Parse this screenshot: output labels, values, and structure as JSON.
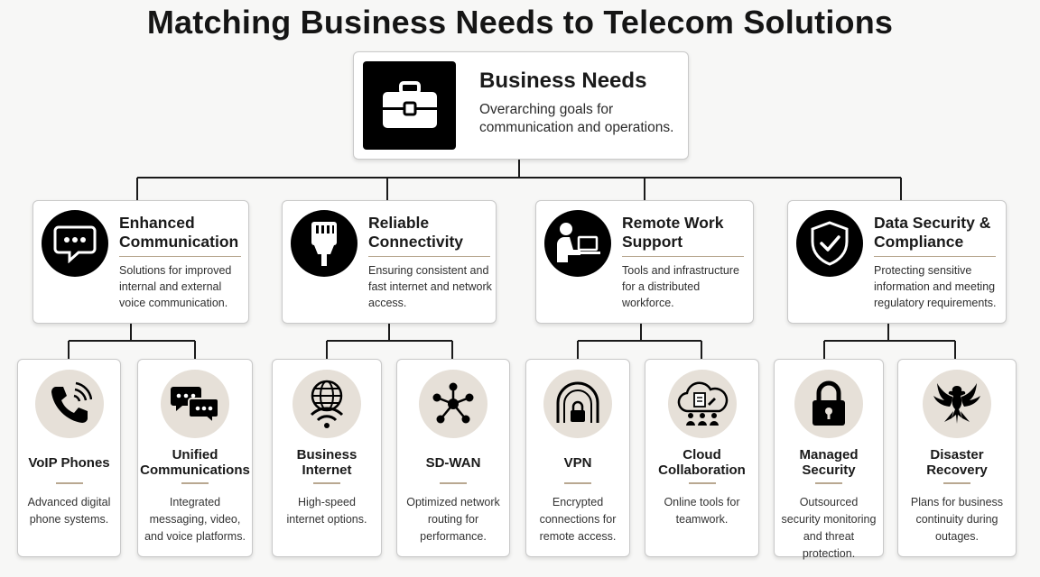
{
  "title": "Matching Business Needs to Telecom Solutions",
  "root": {
    "title": "Business Needs",
    "description": "Overarching goals for communication and operations.",
    "icon": "briefcase-icon"
  },
  "needs": [
    {
      "title": "Enhanced Communication",
      "description": "Solutions for improved internal and external voice communication.",
      "icon": "chat-bubble-icon"
    },
    {
      "title": "Reliable Connectivity",
      "description": "Ensuring consistent and fast internet and network access.",
      "icon": "ethernet-plug-icon"
    },
    {
      "title": "Remote Work Support",
      "description": "Tools and infrastructure for a distributed workforce.",
      "icon": "person-laptop-icon"
    },
    {
      "title": "Data Security & Compliance",
      "description": "Protecting sensitive information and meeting regulatory requirements.",
      "icon": "shield-check-icon"
    }
  ],
  "solutions": [
    {
      "title": "VoIP Phones",
      "description": "Advanced digital phone systems.",
      "icon": "phone-icon"
    },
    {
      "title": "Unified Communications",
      "description": "Integrated messaging, video, and voice platforms.",
      "icon": "chat-bubbles-icon"
    },
    {
      "title": "Business Internet",
      "description": "High-speed internet options.",
      "icon": "globe-wifi-icon"
    },
    {
      "title": "SD-WAN",
      "description": "Optimized network routing for performance.",
      "icon": "network-node-icon"
    },
    {
      "title": "VPN",
      "description": "Encrypted connections for remote access.",
      "icon": "tunnel-lock-icon"
    },
    {
      "title": "Cloud Collaboration",
      "description": "Online tools for teamwork.",
      "icon": "cloud-team-icon"
    },
    {
      "title": "Managed Security",
      "description": "Outsourced security monitoring and threat protection.",
      "icon": "padlock-icon"
    },
    {
      "title": "Disaster Recovery",
      "description": "Plans for business continuity during outages.",
      "icon": "phoenix-icon"
    }
  ]
}
